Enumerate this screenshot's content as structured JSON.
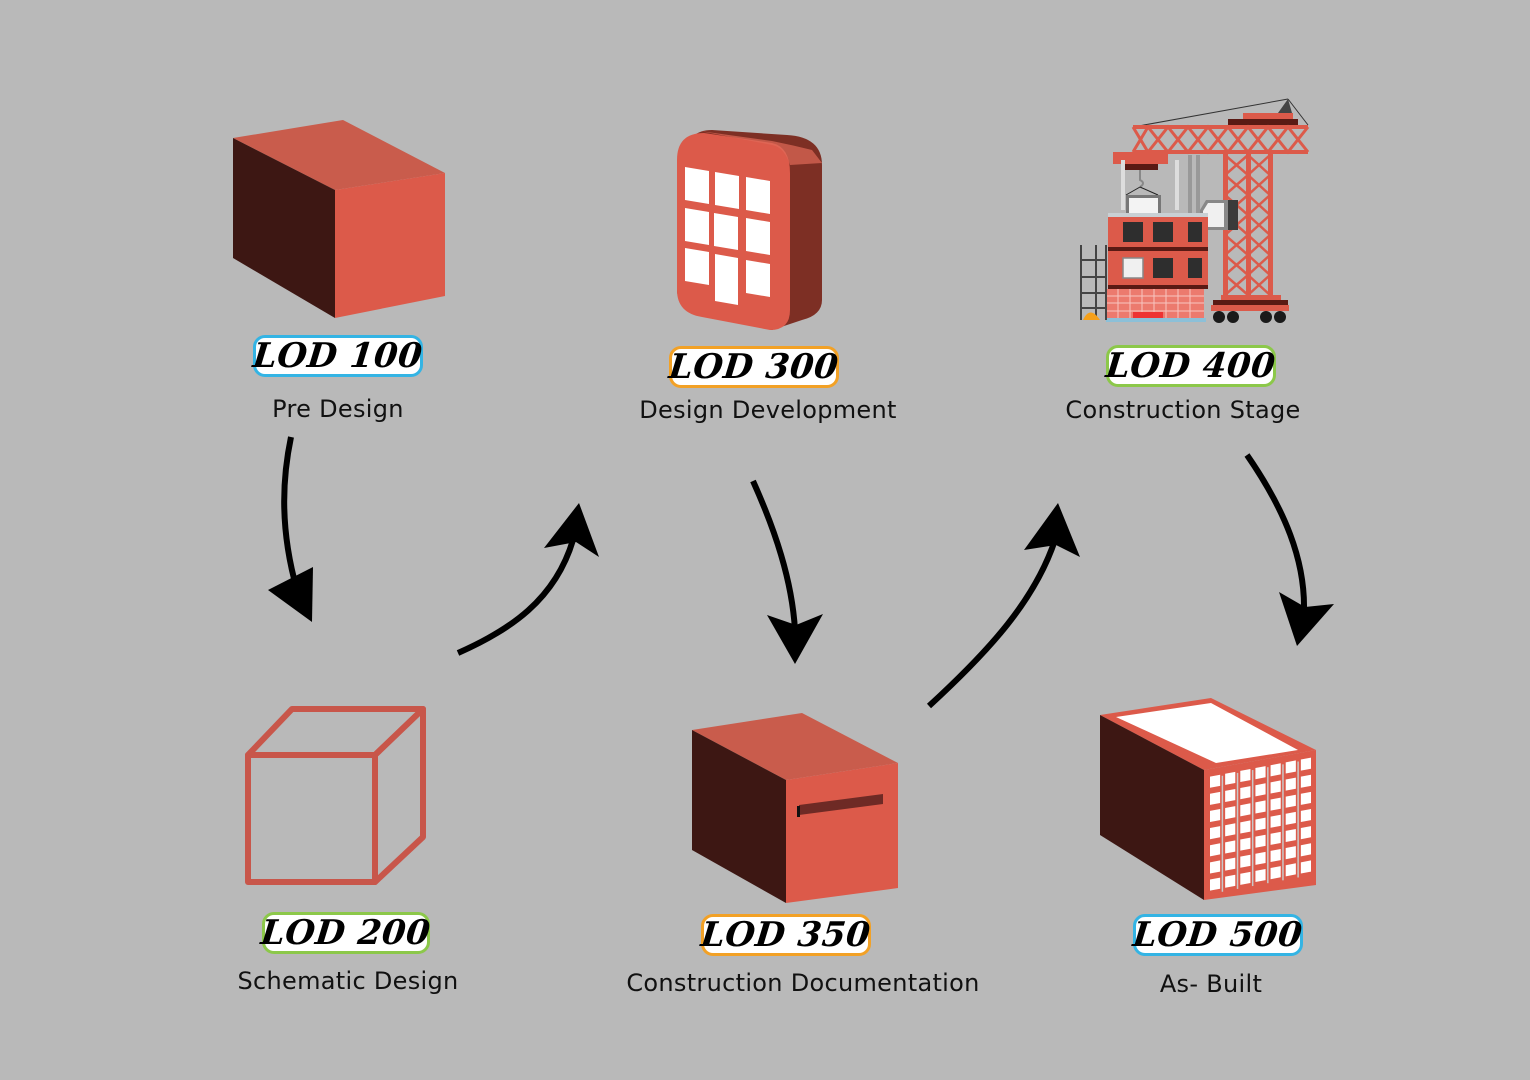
{
  "diagram": {
    "title": "BIM Level of Development (LOD) progression",
    "colors": {
      "background": "#b9b9b9",
      "brick_light": "#dc5a4a",
      "brick_top": "#c95c4c",
      "brick_dark": "#3d1713",
      "brick_side": "#7d2f24",
      "outline_red": "#c8564a",
      "badge_blue": "#34b4e4",
      "badge_green": "#8cc84a",
      "badge_orange": "#f2a126",
      "arrow": "#000000"
    },
    "stages": [
      {
        "id": "lod100",
        "badge": "LOD 100",
        "caption": "Pre Design",
        "icon": "solid-block-icon",
        "badge_color": "#34b4e4"
      },
      {
        "id": "lod200",
        "badge": "LOD 200",
        "caption": "Schematic Design",
        "icon": "wireframe-cube-icon",
        "badge_color": "#8cc84a"
      },
      {
        "id": "lod300",
        "badge": "LOD 300",
        "caption": "Design Development",
        "icon": "building-with-windows-icon",
        "badge_color": "#f2a126"
      },
      {
        "id": "lod350",
        "badge": "LOD 350",
        "caption": "Construction Documentation",
        "icon": "block-with-slot-icon",
        "badge_color": "#f2a126"
      },
      {
        "id": "lod400",
        "badge": "LOD 400",
        "caption": "Construction Stage",
        "icon": "construction-crane-icon",
        "badge_color": "#8cc84a"
      },
      {
        "id": "lod500",
        "badge": "LOD 500",
        "caption": "As- Built",
        "icon": "finished-building-icon",
        "badge_color": "#34b4e4"
      }
    ],
    "flow": [
      {
        "from": "LOD 100",
        "to": "LOD 200"
      },
      {
        "from": "LOD 200",
        "to": "LOD 300"
      },
      {
        "from": "LOD 300",
        "to": "LOD 350"
      },
      {
        "from": "LOD 350",
        "to": "LOD 400"
      },
      {
        "from": "LOD 400",
        "to": "LOD 500"
      }
    ]
  }
}
